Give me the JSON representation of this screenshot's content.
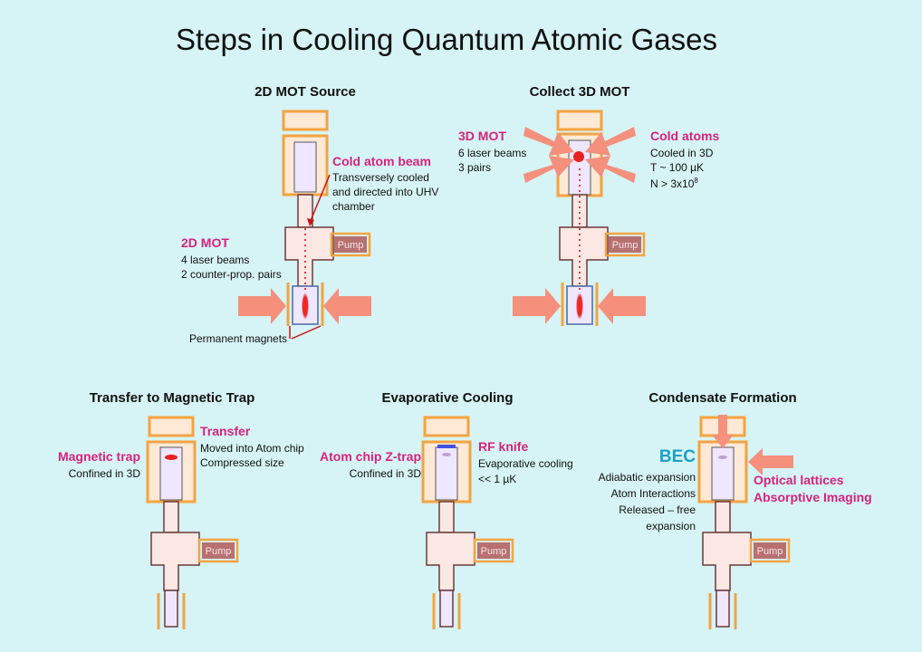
{
  "title": "Steps in Cooling Quantum Atomic Gases",
  "colors": {
    "background": "#d6f3f5",
    "accent_pink": "#d6237c",
    "accent_blue": "#1aa0c8",
    "frame_orange": "#f4a340",
    "laser_salmon": "#f4907c",
    "chamber_lavender": "#efe6ff",
    "pump_fill": "#b87070"
  },
  "panels": {
    "mot2d": {
      "title": "2D MOT Source",
      "beam_label": "Cold atom beam",
      "beam_lines": [
        "Transversely cooled",
        "and directed into UHV",
        "chamber"
      ],
      "mot_label": "2D MOT",
      "mot_lines": [
        "4 laser beams",
        "2 counter-prop. pairs"
      ],
      "magnets_label": "Permanent magnets",
      "pump": "Pump"
    },
    "mot3d": {
      "title": "Collect 3D MOT",
      "mot_label": "3D MOT",
      "mot_lines": [
        "6 laser beams",
        "3 pairs"
      ],
      "atoms_label": "Cold atoms",
      "atoms_lines": [
        "Cooled in 3D",
        "T ~ 100 µK"
      ],
      "atoms_count_prefix": "N > 3x10",
      "atoms_count_exp": "8",
      "pump": "Pump"
    },
    "magtrap": {
      "title": "Transfer to Magnetic Trap",
      "trap_label": "Magnetic trap",
      "trap_lines": [
        "Confined in 3D"
      ],
      "transfer_label": "Transfer",
      "transfer_lines": [
        "Moved into Atom chip",
        "Compressed size"
      ],
      "pump": "Pump"
    },
    "evap": {
      "title": "Evaporative Cooling",
      "trap_label": "Atom chip Z-trap",
      "trap_lines": [
        "Confined in 3D"
      ],
      "knife_label": "RF knife",
      "knife_lines": [
        "Evaporative cooling",
        "<< 1 µK"
      ],
      "pump": "Pump"
    },
    "bec": {
      "title": "Condensate Formation",
      "bec_label": "BEC",
      "bec_lines": [
        "Adiabatic expansion",
        "Atom Interactions",
        "Released  – free",
        "expansion"
      ],
      "optical_label": "Optical lattices",
      "imaging_label": "Absorptive Imaging",
      "pump": "Pump"
    }
  }
}
